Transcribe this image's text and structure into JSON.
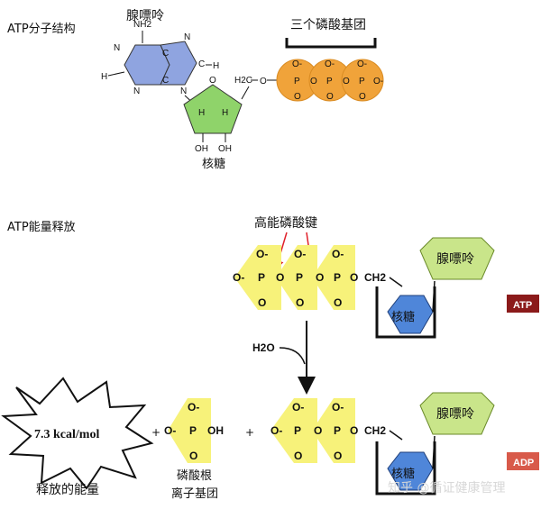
{
  "top_section": {
    "title": "ATP分子结构",
    "adenine_label": "腺嘌呤",
    "phosphate_group_label": "三个磷酸基团",
    "ribose_label": "核糖",
    "atoms": {
      "nh2": "NH2",
      "n": "N",
      "c": "C",
      "h": "H",
      "o": "O",
      "oh": "OH",
      "p": "P",
      "ch2": "H2C",
      "o_minus": "O-"
    }
  },
  "bottom_section": {
    "title": "ATP能量释放",
    "high_energy_bond_label": "高能磷酸键",
    "adenine_label": "腺嘌呤",
    "ribose_label": "核糖",
    "atp_badge": "ATP",
    "adp_badge": "ADP",
    "water_label": "H2O",
    "energy_value": "7.3 kcal/mol",
    "energy_label": "释放的能量",
    "phosphate_ion_label_line1": "磷酸根",
    "phosphate_ion_label_line2": "离子基团",
    "plus": "+",
    "ch2": "CH2",
    "oh": "OH"
  },
  "watermark": "知乎 @循证健康管理",
  "colors": {
    "adenine": "#8fa4e0",
    "ribose_top": "#8fd36a",
    "phosphate_ball": "#f0a33a",
    "yellow_group": "#f7f27a",
    "green_adenine": "#c9e58a",
    "ribose_blue": "#4f86d9",
    "badge_atp": "#8b1a1a",
    "badge_adp": "#d85a4a",
    "arrow_red": "#e0202a"
  }
}
